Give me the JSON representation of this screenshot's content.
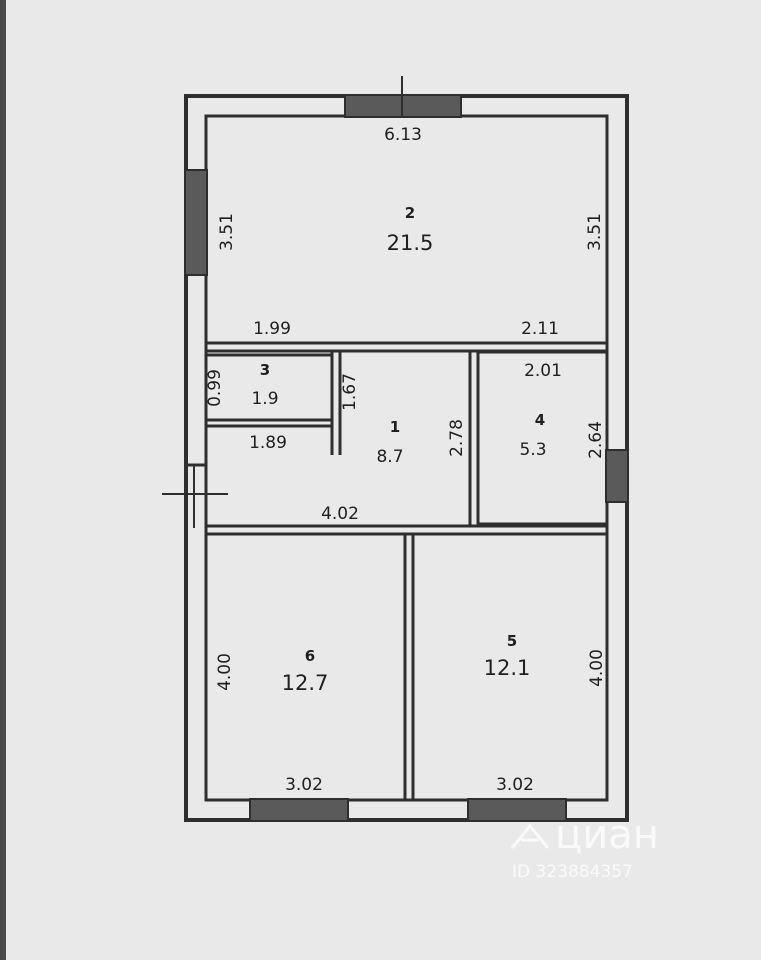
{
  "rooms": [
    {
      "id": "room-2",
      "number": "2",
      "area": "21.5"
    },
    {
      "id": "room-3",
      "number": "3",
      "area": "1.9"
    },
    {
      "id": "room-1",
      "number": "1",
      "area": "8.7"
    },
    {
      "id": "room-4",
      "number": "4",
      "area": "5.3"
    },
    {
      "id": "room-6",
      "number": "6",
      "area": "12.7"
    },
    {
      "id": "room-5",
      "number": "5",
      "area": "12.1"
    }
  ],
  "dimensions": {
    "top_width": "6.13",
    "room2_left": "3.51",
    "room2_right": "3.51",
    "room2_bottom_left": "1.99",
    "room2_bottom_right": "2.11",
    "room3_height": "0.99",
    "room3_right": "1.67",
    "room3_bottom": "1.89",
    "room1_right": "2.78",
    "room4_top": "2.01",
    "room4_right": "2.64",
    "hall_bottom": "4.02",
    "room6_left": "4.00",
    "room6_bottom": "3.02",
    "room5_right": "4.00",
    "room5_bottom": "3.02"
  },
  "watermark": {
    "brand": "циан",
    "id_text": "ID 323884357"
  }
}
